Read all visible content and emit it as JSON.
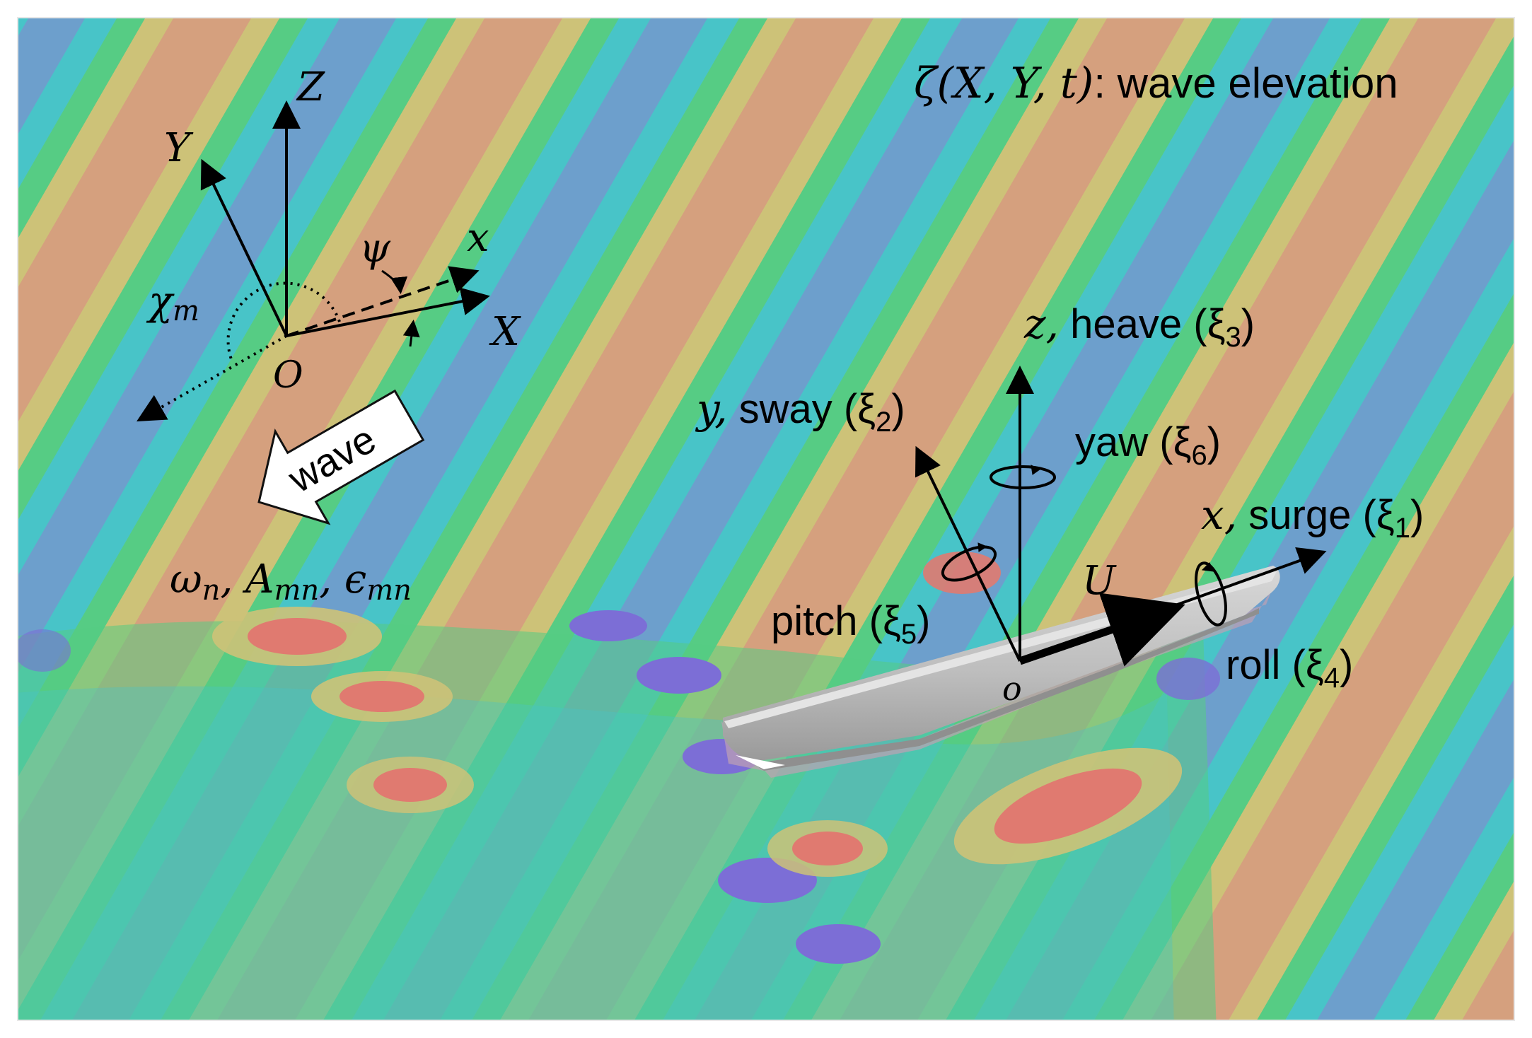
{
  "labels": {
    "wave_elevation_sym": "ζ(X, Y, t)",
    "wave_elevation_text": ": wave elevation",
    "Z": "Z",
    "Y": "Y",
    "X": "X",
    "x": "x",
    "psi": "ψ",
    "chi_m": "χ",
    "chi_m_sub": "m",
    "O": "O",
    "wave": "wave",
    "wave_params": "ωn, Amn, ϵmn",
    "o": "o",
    "U": "U"
  },
  "body_axes": {
    "heave": {
      "sym": "z,",
      "name": " heave (ξ",
      "sub": "3",
      "end": ")"
    },
    "sway": {
      "sym": "y,",
      "name": " sway (ξ",
      "sub": "2",
      "end": ")"
    },
    "yaw": {
      "name": "yaw (ξ",
      "sub": "6",
      "end": ")"
    },
    "surge": {
      "sym": "x,",
      "name": " surge (ξ",
      "sub": "1",
      "end": ")"
    },
    "pitch": {
      "name": "pitch (ξ",
      "sub": "5",
      "end": ")"
    },
    "roll": {
      "name": "roll (ξ",
      "sub": "4",
      "end": ")"
    }
  },
  "wave_param_parts": {
    "omega": "ω",
    "omega_sub": "n",
    "A": "A",
    "A_sub": "mn",
    "eps": "ϵ",
    "eps_sub": "mn"
  },
  "colors": {
    "trough": "#6d9fcc",
    "mid_low": "#48c4c8",
    "mid": "#56cc84",
    "mid_high": "#cdc278",
    "crest": "#d5a07e",
    "peak": "#e07a70",
    "deep_trough": "#7c6ed6",
    "hull": "#c4c4c4"
  }
}
